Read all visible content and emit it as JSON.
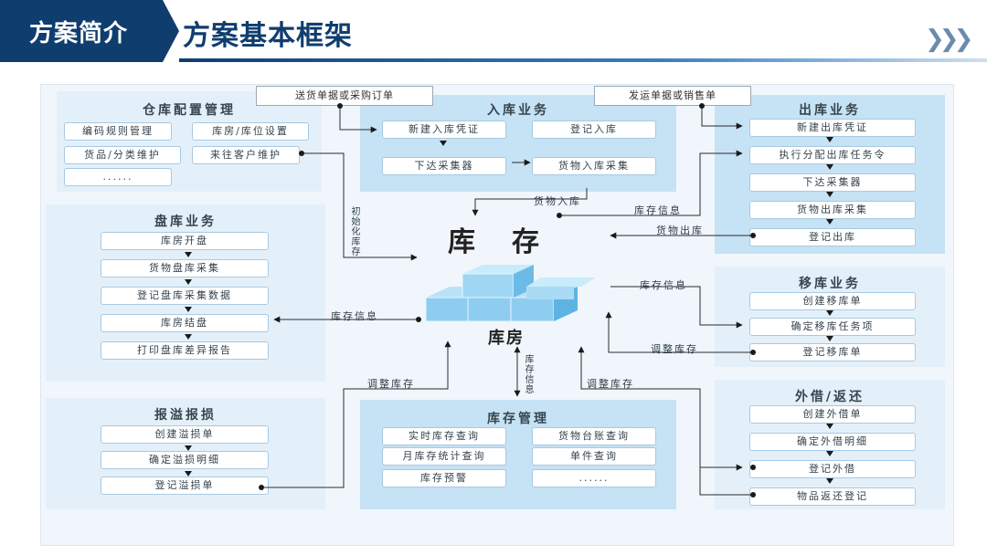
{
  "header": {
    "section_tab": "方案简介",
    "title": "方案基本框架",
    "more_icon": "chevron-triple-right"
  },
  "center": {
    "inventory": "库存",
    "warehouse": "库房"
  },
  "documents": {
    "delivery_or_purchase": "送货单据或采购订单",
    "shipping_or_sales": "发运单据或销售单"
  },
  "warehouse_config": {
    "title": "仓库配置管理",
    "items": [
      "编码规则管理",
      "库房/库位设置",
      "货品/分类维护",
      "来往客户维护",
      "......"
    ]
  },
  "inbound": {
    "title": "入库业务",
    "items": [
      "新建入库凭证",
      "登记入库",
      "下达采集器",
      "货物入库采集"
    ]
  },
  "outbound": {
    "title": "出库业务",
    "items": [
      "新建出库凭证",
      "执行分配出库任务令",
      "下达采集器",
      "货物出库采集",
      "登记出库"
    ]
  },
  "stocktake": {
    "title": "盘库业务",
    "items": [
      "库房开盘",
      "货物盘库采集",
      "登记盘库采集数据",
      "库房结盘",
      "打印盘库差异报告"
    ]
  },
  "transfer": {
    "title": "移库业务",
    "items": [
      "创建移库单",
      "确定移库任务项",
      "登记移库单"
    ]
  },
  "overflow_loss": {
    "title": "报溢报损",
    "items": [
      "创建溢损单",
      "确定溢损明细",
      "登记溢损单"
    ]
  },
  "inventory_mgmt": {
    "title": "库存管理",
    "items": [
      "实时库存查询",
      "货物台账查询",
      "月库存统计查询",
      "单件查询",
      "库存预警",
      "......"
    ]
  },
  "lend_return": {
    "title": "外借/返还",
    "items": [
      "创建外借单",
      "确定外借明细",
      "登记外借",
      "物品返还登记"
    ]
  },
  "arrows": {
    "goods_in": "货物入库",
    "stock_info_out": "库存信息",
    "goods_out": "货物出库",
    "stock_info_transfer": "库存信息",
    "adjust_transfer": "调整库存",
    "stock_info_stocktake": "库存信息",
    "adjust_overflow": "调整库存",
    "adjust_lend": "调整库存",
    "init_inventory": "初始化库存",
    "stock_info_mgmt": "库存信息"
  },
  "colors": {
    "header_dark": "#0f3d6e",
    "section_blue": "#c6e2f5",
    "section_light": "#e4f0f9",
    "cube": "#8fcdf0"
  }
}
